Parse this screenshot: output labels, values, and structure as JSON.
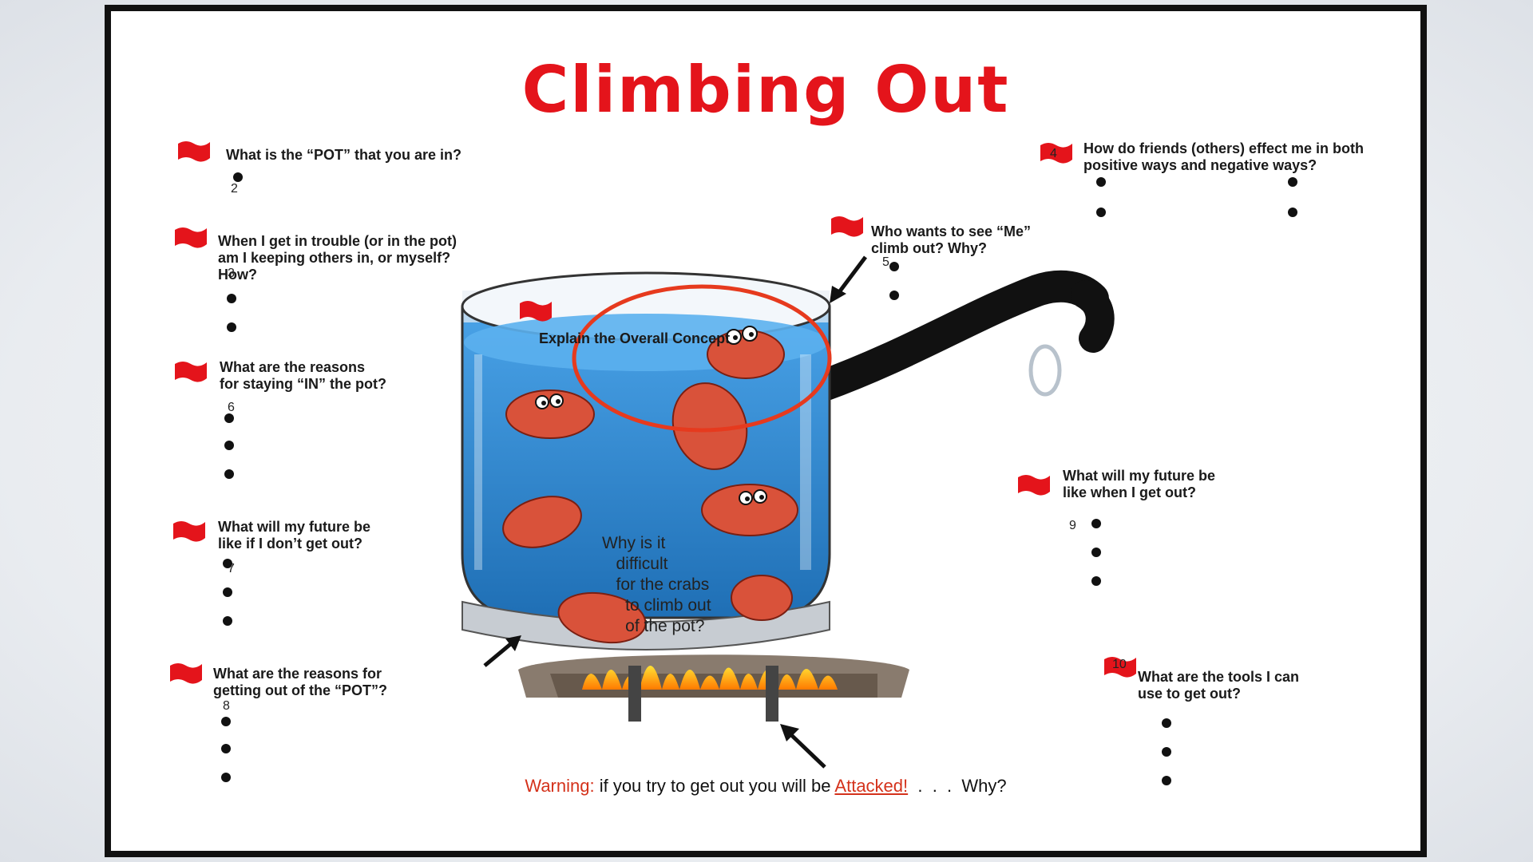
{
  "slide": {
    "title": "Climbing Out",
    "questions": {
      "q2": "What is the “POT” that you are in?",
      "q3": "When I get in trouble (or in the pot)\nam I keeping others in, or myself?\nHow?",
      "q_reasons_in": "What are the reasons\nfor staying “IN” the pot?",
      "q_future_in": "What will my future be\nlike if I don’t get out?",
      "q_reasons_out": "What are the reasons  for\ngetting out of the “POT”?",
      "q1": "Explain the Overall Concept",
      "q5": "Who wants to see “Me”\nclimb out?  Why?",
      "q4": "How do friends (others) effect me in both\npositive ways and negative ways?",
      "q9": "What will my future be\nlike when I get out?",
      "q10": "What are the tools I can\nuse to get out?"
    },
    "numbers": {
      "n2": "2",
      "n3": "3",
      "n6": "6",
      "n7": "7",
      "n8": "8",
      "n5": "5",
      "n4": "4",
      "n9": "9",
      "n10": "10"
    },
    "pot_question": "Why is it\n   difficult\n   for the crabs\n     to climb out\n     of the pot?",
    "warning": {
      "label": "Warning:",
      "text_before": " if you try to get out you will be ",
      "attacked": "Attacked!",
      "text_after": "  .  .  .  Why?"
    },
    "colors": {
      "title": "#e4141b",
      "flag": "#e4141b",
      "warning": "#d4321b",
      "water": "#3d8fd6",
      "crab": "#d9523a"
    },
    "icons": [
      "flag-icon",
      "arrow-icon",
      "pot-illustration",
      "crab-icon",
      "flame-icon"
    ]
  }
}
